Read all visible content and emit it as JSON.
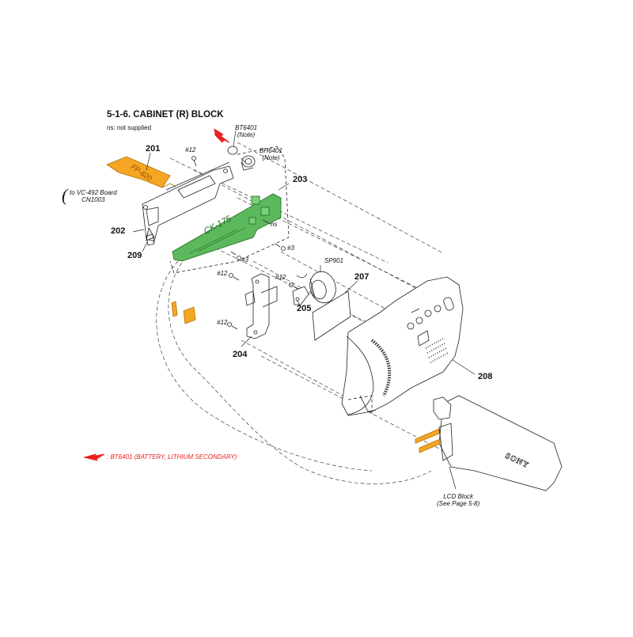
{
  "header": {
    "title": "5-1-6.  CABINET (R) BLOCK",
    "note": "ns: not supplied"
  },
  "parts": {
    "p201": "201",
    "p202": "202",
    "p203": "203",
    "p204": "204",
    "p205": "205",
    "p207": "207",
    "p208": "208",
    "p209": "209"
  },
  "screws": {
    "s12_top": "#12",
    "s3_left": "#3",
    "s3_right": "#3",
    "s12_a": "#12",
    "s12_b": "#12",
    "s12_c": "#12"
  },
  "labels": {
    "ns": "ns",
    "sp901": "SP901",
    "fp_620": "FP-620",
    "ck_175": "CK-175",
    "bt6401_line1": "BT6401",
    "bt6401_line2": "(Note)",
    "bh6401_line1": "BH6401",
    "bh6401_line2": "(Note)",
    "vc_line1": "to VC-492 Board",
    "vc_line2": "CN1003",
    "lcd_line1": "LCD Block",
    "lcd_line2": "(See Page 5-8)",
    "brand": "SONY"
  },
  "legend": {
    "text": ": BT6401 (BATTERY, LITHIUM SECONDARY)"
  },
  "colors": {
    "flex_orange": "#f5a623",
    "board_green": "#5cb85c",
    "warning_red": "#e8211f",
    "line": "#222222"
  }
}
